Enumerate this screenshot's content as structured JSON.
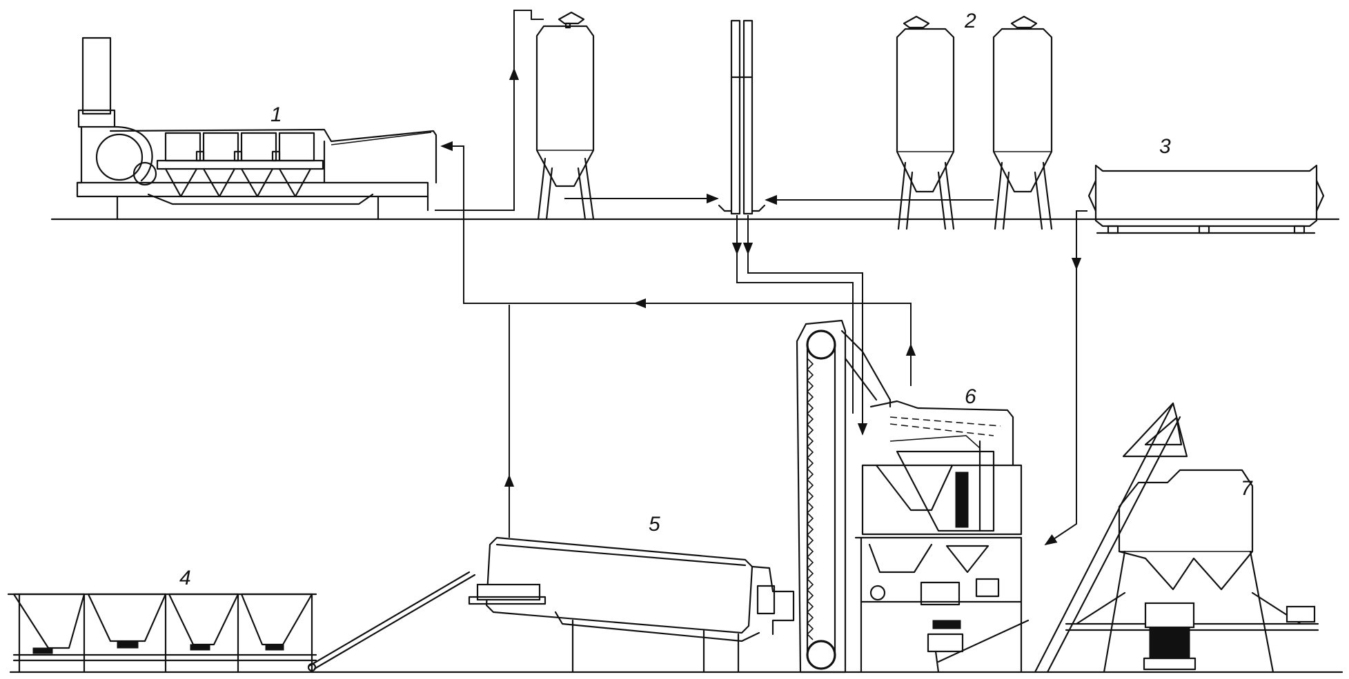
{
  "labels": {
    "dryer": "1",
    "silos": "2",
    "tank": "3",
    "feed_hoppers": "4",
    "dryer_drum": "5",
    "mixing_tower": "6",
    "storage_silo": "7"
  },
  "colors": {
    "ink": "#111111",
    "background": "#ffffff"
  }
}
